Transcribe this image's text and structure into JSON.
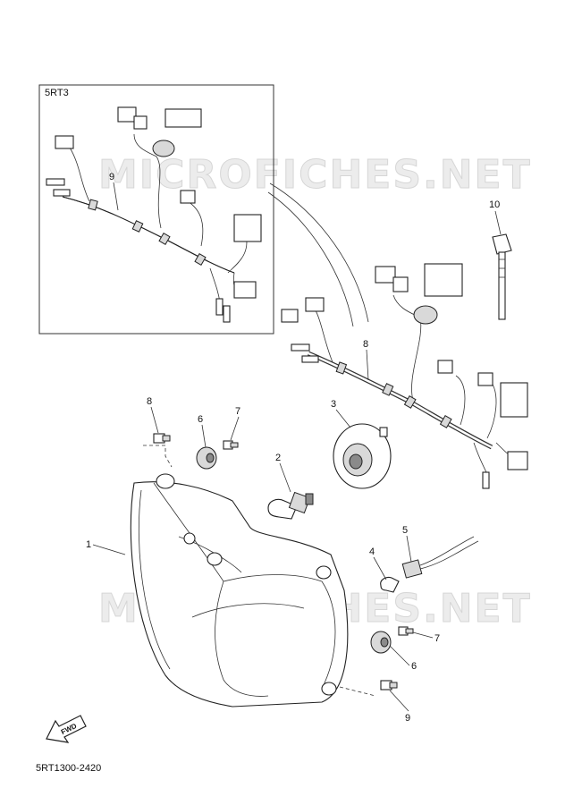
{
  "watermark": {
    "text": "MICROFICHES.NET"
  },
  "inset": {
    "title": "5RT3",
    "callout": "9"
  },
  "callouts": [
    {
      "id": "c1",
      "text": "1"
    },
    {
      "id": "c2",
      "text": "2"
    },
    {
      "id": "c3",
      "text": "3"
    },
    {
      "id": "c4",
      "text": "4"
    },
    {
      "id": "c5",
      "text": "5"
    },
    {
      "id": "c6a",
      "text": "6"
    },
    {
      "id": "c6b",
      "text": "6"
    },
    {
      "id": "c7a",
      "text": "7"
    },
    {
      "id": "c7b",
      "text": "7"
    },
    {
      "id": "c8a",
      "text": "8"
    },
    {
      "id": "c8b",
      "text": "8"
    },
    {
      "id": "c9",
      "text": "9"
    },
    {
      "id": "c10",
      "text": "10"
    }
  ],
  "fwd_label": "FWD",
  "diagram_code": "5RT1300-2420"
}
